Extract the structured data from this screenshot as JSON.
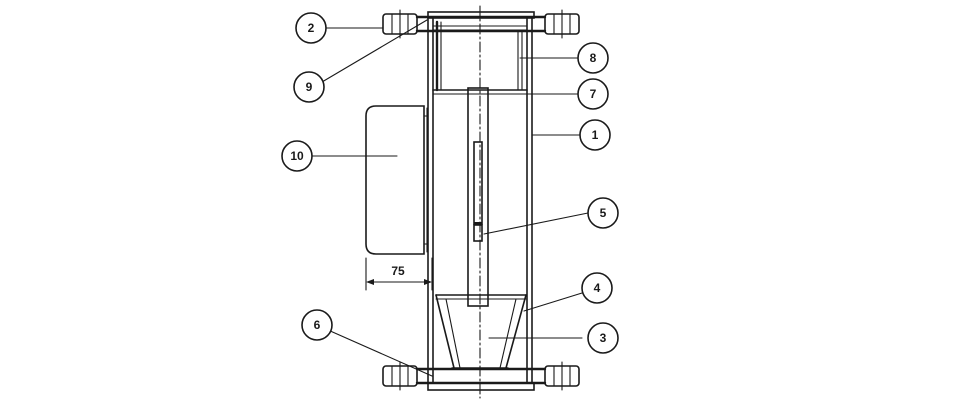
{
  "figure": {
    "callouts": [
      {
        "id": "c2",
        "label": "2"
      },
      {
        "id": "c9",
        "label": "9"
      },
      {
        "id": "c8",
        "label": "8"
      },
      {
        "id": "c7",
        "label": "7"
      },
      {
        "id": "c1",
        "label": "1"
      },
      {
        "id": "c10",
        "label": "10"
      },
      {
        "id": "c5",
        "label": "5"
      },
      {
        "id": "c4",
        "label": "4"
      },
      {
        "id": "c3",
        "label": "3"
      },
      {
        "id": "c6",
        "label": "6"
      }
    ],
    "dimension": {
      "value": "75"
    }
  }
}
